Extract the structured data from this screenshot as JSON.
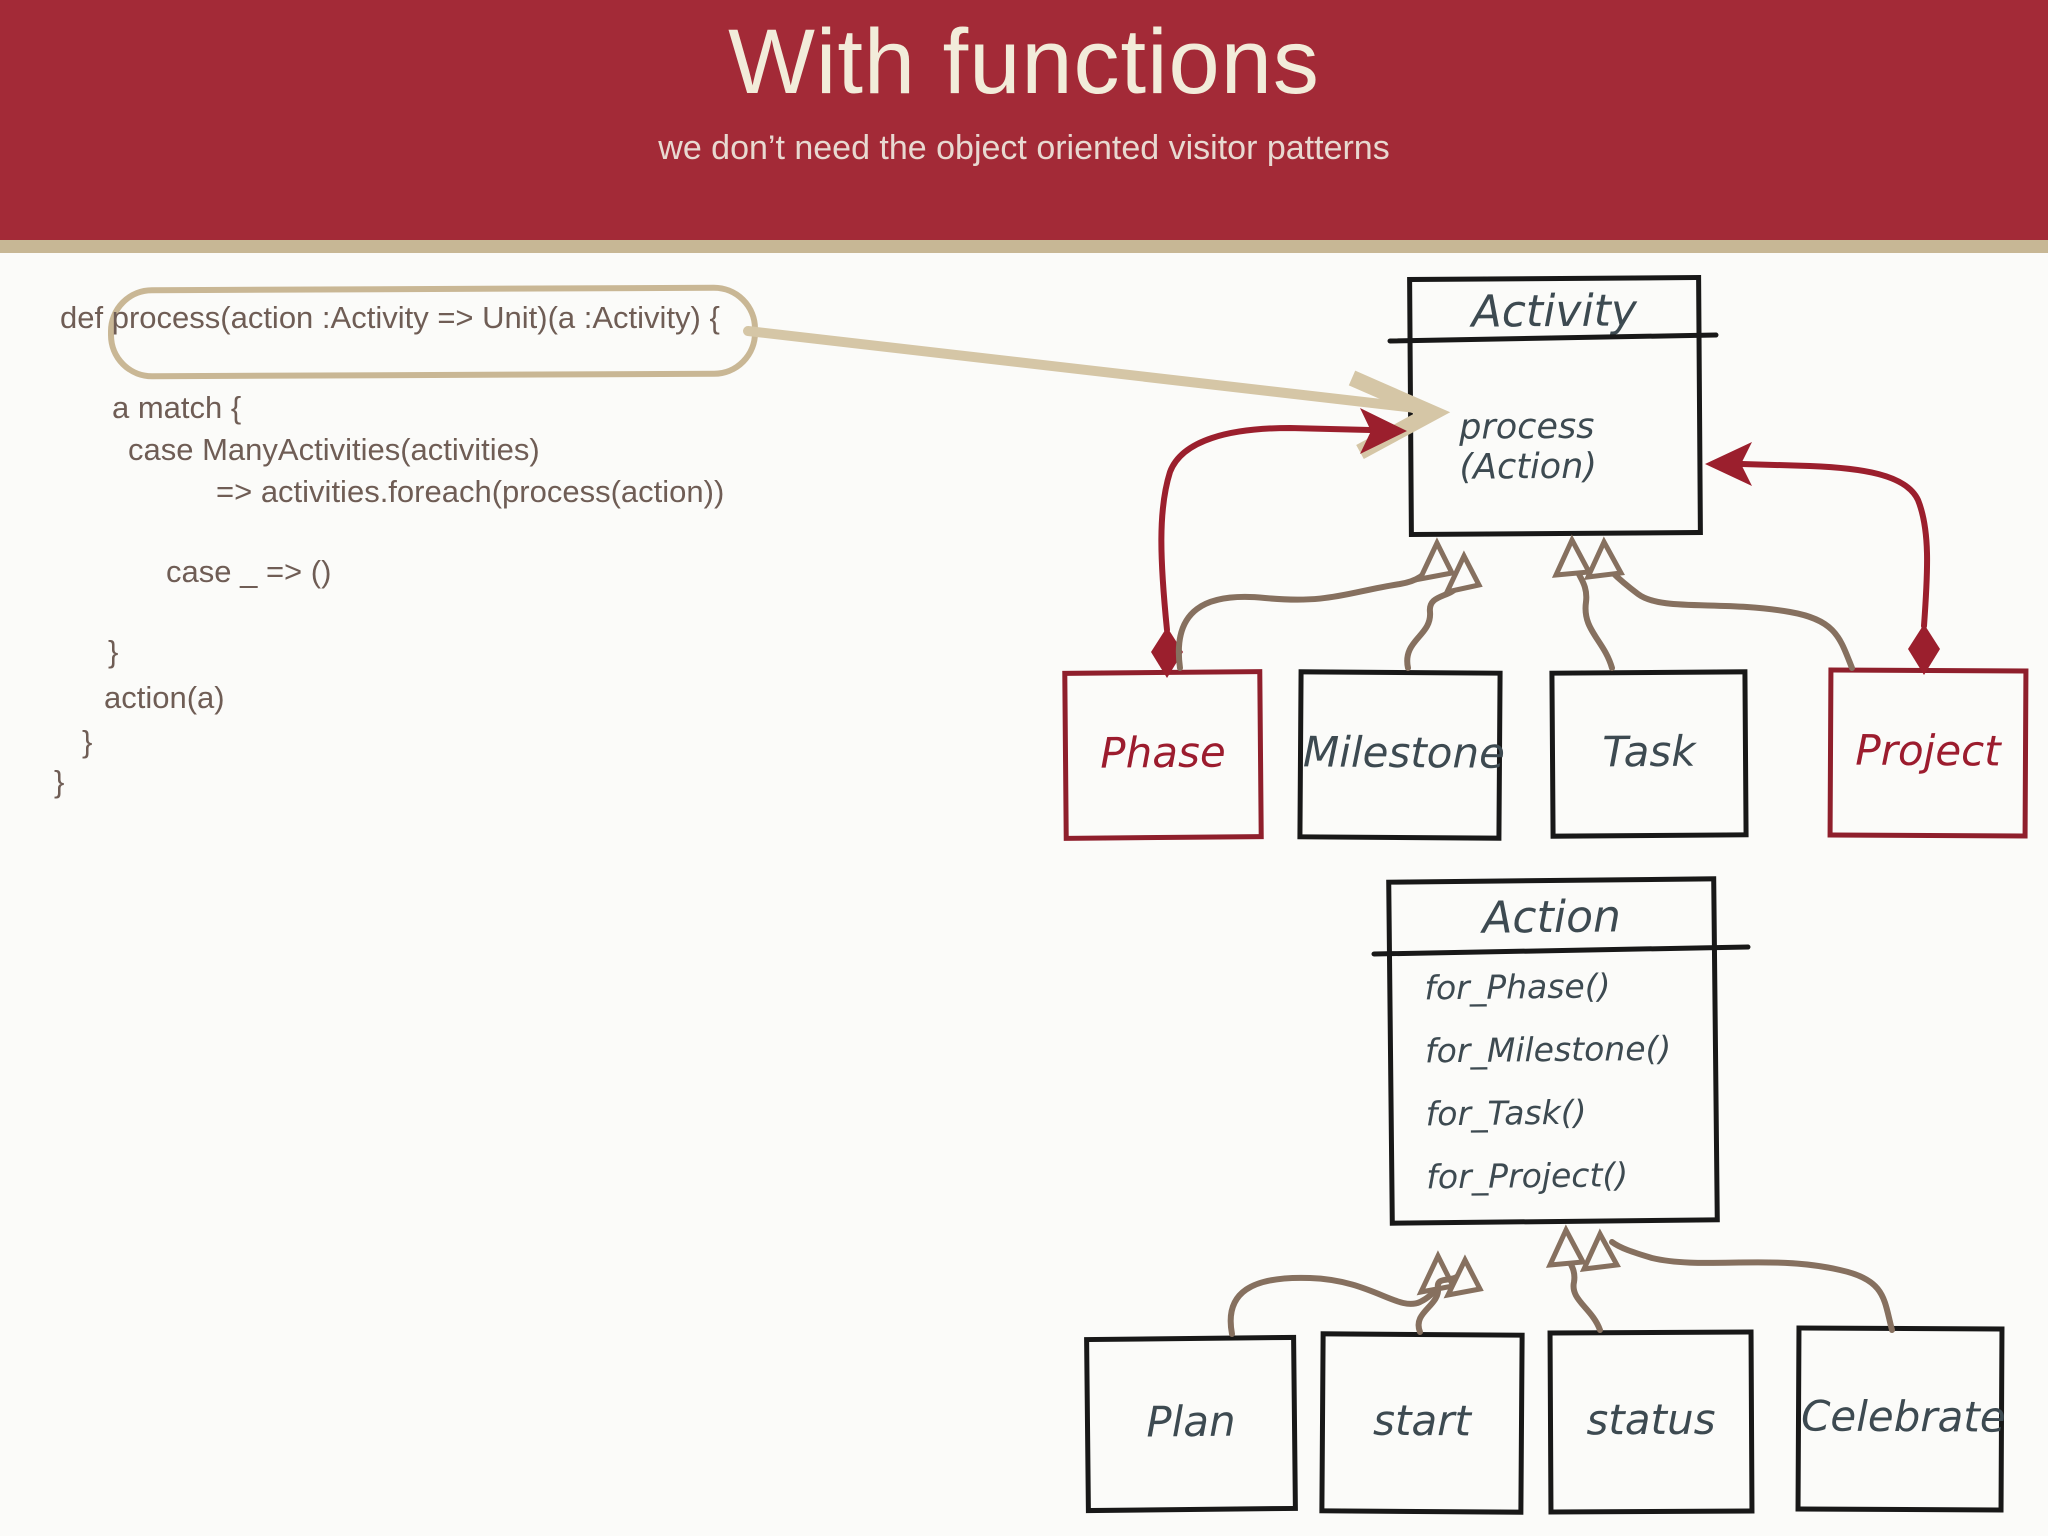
{
  "palette": {
    "header_bg": "#a32a37",
    "title_cream": "#f2ecda",
    "tan_accent": "#c7b795",
    "code_text": "#6f5d55",
    "ink_black": "#181818",
    "label_slate": "#3d4a51",
    "dark_red": "#9b1f2d",
    "arrow_brown": "#86705f"
  },
  "header": {
    "title": "With functions",
    "subtitle": "we don’t need the object oriented visitor patterns"
  },
  "code": {
    "lines": [
      {
        "text": "def process(action :Activity => Unit)(a :Activity) {"
      },
      {
        "text": "a match {"
      },
      {
        "text": "case ManyActivities(activities)"
      },
      {
        "text": "=> activities.foreach(process(action))"
      },
      {
        "text": "case _ => ()"
      },
      {
        "text": "}"
      },
      {
        "text": "action(a)"
      },
      {
        "text": "}"
      },
      {
        "text": "}"
      }
    ]
  },
  "diagram": {
    "activity": {
      "title": "Activity",
      "method": "process (Action)"
    },
    "activity_subclasses": [
      {
        "label": "Phase"
      },
      {
        "label": "Milestone"
      },
      {
        "label": "Task"
      },
      {
        "label": "Project"
      }
    ],
    "action": {
      "title": "Action",
      "methods": [
        "for_Phase()",
        "for_Milestone()",
        "for_Task()",
        "for_Project()"
      ]
    },
    "action_subclasses": [
      {
        "label": "Plan"
      },
      {
        "label": "start"
      },
      {
        "label": "status"
      },
      {
        "label": "Celebrate"
      }
    ]
  }
}
